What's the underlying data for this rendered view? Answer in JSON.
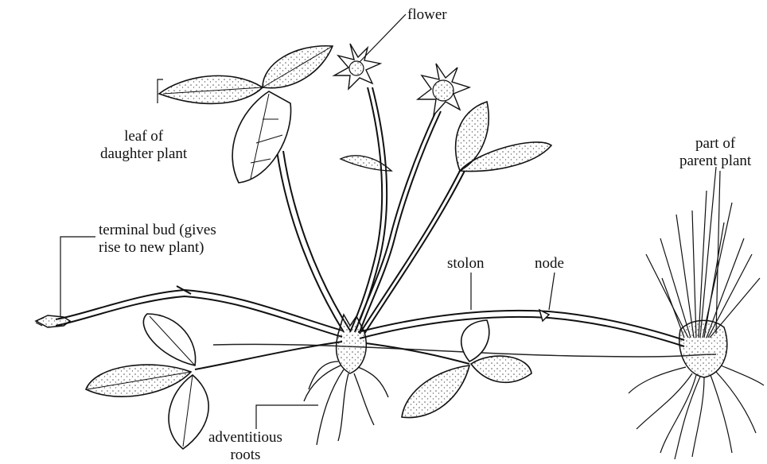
{
  "labels": {
    "flower": "flower",
    "leaf_daughter_1": "leaf of",
    "leaf_daughter_2": "daughter plant",
    "terminal_bud_1": "terminal bud (gives",
    "terminal_bud_2": "rise to new plant)",
    "stolon": "stolon",
    "node": "node",
    "parent_1": "part of",
    "parent_2": "parent plant",
    "roots_1": "adventitious",
    "roots_2": "roots"
  },
  "colors": {
    "ink": "#111111",
    "stipple": "#555555",
    "paper": "#ffffff"
  }
}
